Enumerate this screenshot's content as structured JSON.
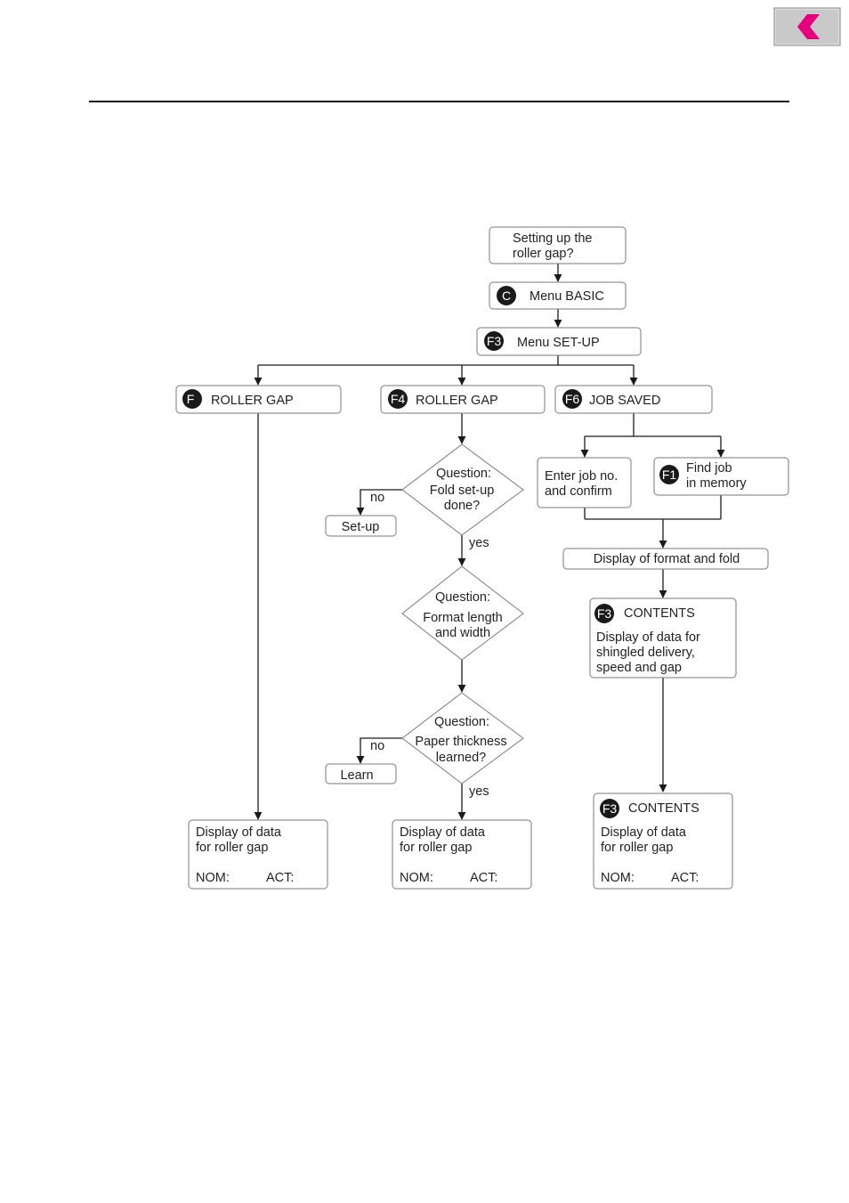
{
  "nav": {
    "back_icon": "chevron-left-icon",
    "accent_color": "#e6007e"
  },
  "flow": {
    "start": {
      "line1": "Setting up the",
      "line2": "roller gap?"
    },
    "menu_basic": {
      "key": "C",
      "label": "Menu BASIC"
    },
    "menu_setup": {
      "key": "F3",
      "label": "Menu SET-UP"
    },
    "left_branch": {
      "key": "F",
      "label": "ROLLER GAP",
      "result": {
        "line1": "Display of data",
        "line2": "for roller gap",
        "nom": "NOM:",
        "act": "ACT:"
      }
    },
    "middle_branch": {
      "key": "F4",
      "label": "ROLLER GAP",
      "q1": {
        "line1": "Question:",
        "line2": "Fold set-up",
        "line3": "done?",
        "no": "no",
        "yes": "yes",
        "no_action": "Set-up"
      },
      "q2": {
        "line1": "Question:",
        "line2": "Format length",
        "line3": "and width"
      },
      "q3": {
        "line1": "Question:",
        "line2": "Paper thickness",
        "line3": "learned?",
        "no": "no",
        "yes": "yes",
        "no_action": "Learn"
      },
      "result": {
        "line1": "Display of data",
        "line2": "for roller gap",
        "nom": "NOM:",
        "act": "ACT:"
      }
    },
    "right_branch": {
      "key": "F6",
      "label": "JOB SAVED",
      "enter_job": {
        "line1": "Enter job no.",
        "line2": "and confirm"
      },
      "find_job": {
        "key": "F1",
        "line1": "Find job",
        "line2": "in memory"
      },
      "format_fold": "Display of format and fold",
      "contents1": {
        "key": "F3",
        "title": "CONTENTS",
        "line1": "Display of data for",
        "line2": "shingled delivery,",
        "line3": "speed and gap"
      },
      "contents2": {
        "key": "F3",
        "title": "CONTENTS",
        "line1": "Display of data",
        "line2": "for roller gap",
        "nom": "NOM:",
        "act": "ACT:"
      }
    }
  }
}
